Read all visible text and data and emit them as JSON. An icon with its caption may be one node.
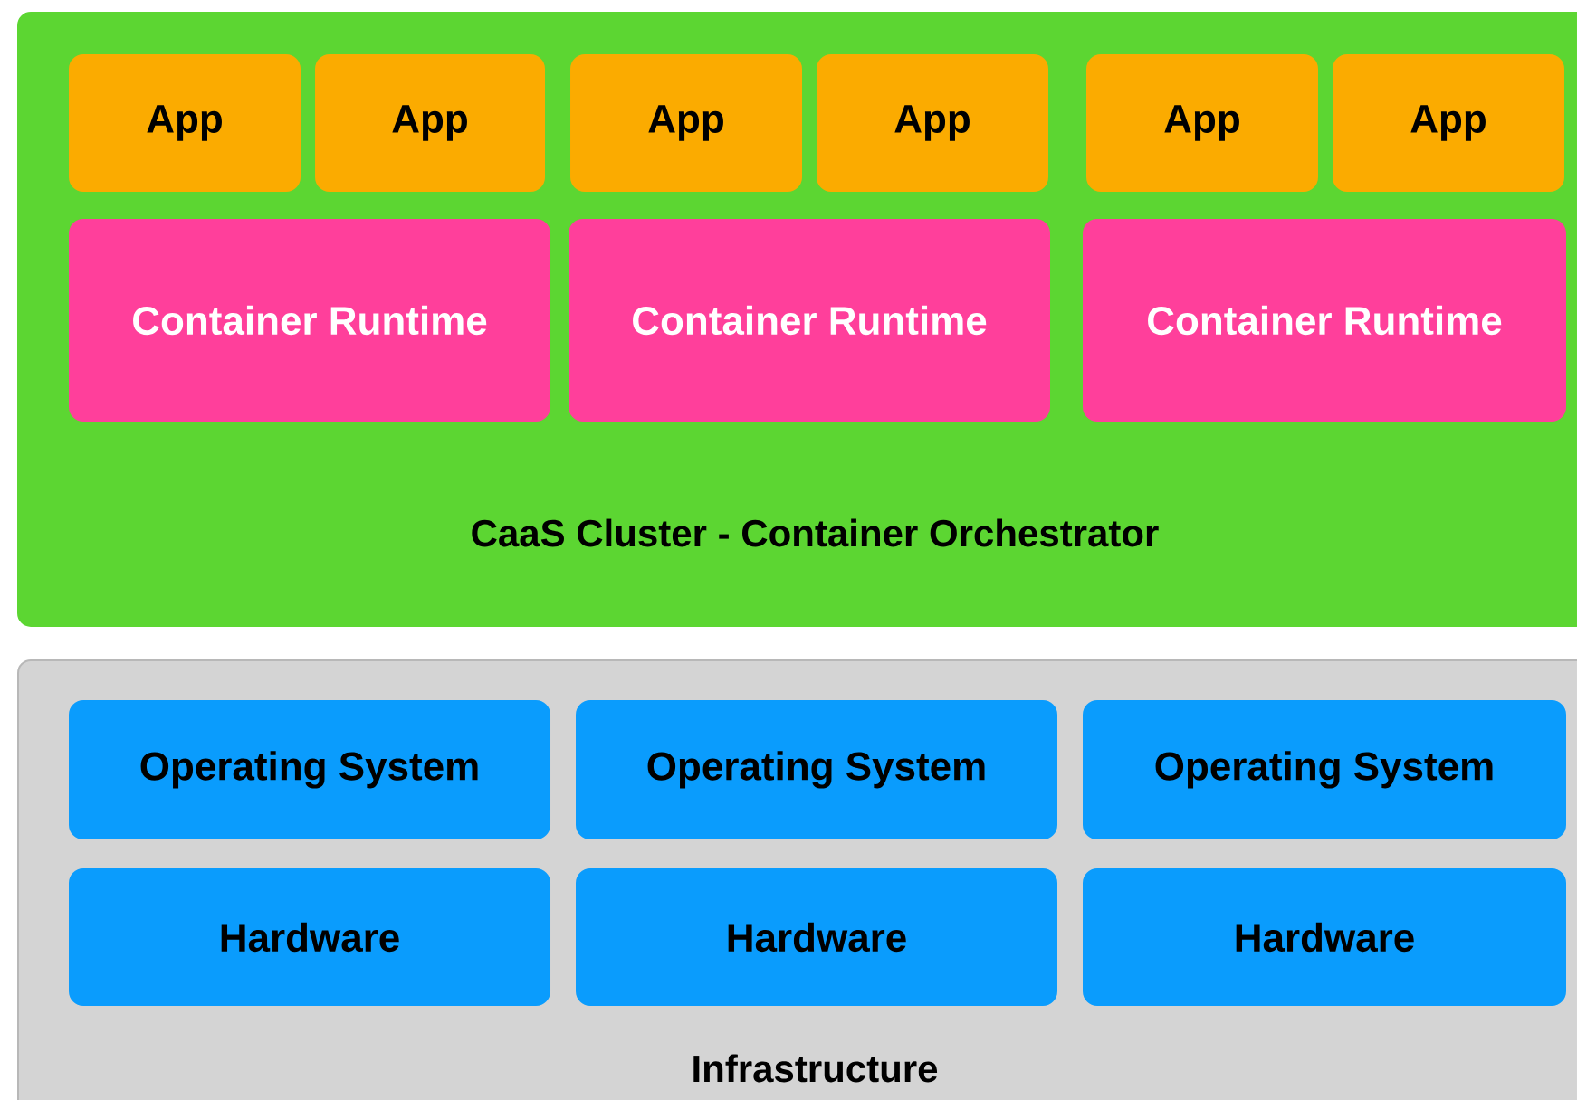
{
  "diagram": {
    "nodes": [
      {
        "text": [
          "CaaS Cluster - Container Orchestrator"
        ]
      },
      {
        "text": [
          "App"
        ],
        "in": 0
      },
      {
        "text": [
          "App"
        ],
        "in": 0
      },
      {
        "text": [
          "App"
        ],
        "in": 0
      },
      {
        "text": [
          "App"
        ],
        "in": 0
      },
      {
        "text": [
          "App"
        ],
        "in": 0
      },
      {
        "text": [
          "App"
        ],
        "in": 0
      },
      {
        "text": [
          "Container Runtime"
        ],
        "in": 0
      },
      {
        "text": [
          "Container Runtime"
        ],
        "in": 0
      },
      {
        "text": [
          "Container Runtime"
        ],
        "in": 0
      },
      {
        "text": [
          "Infrastructure"
        ]
      },
      {
        "text": [
          "Operating System"
        ],
        "in": 10
      },
      {
        "text": [
          "Operating System"
        ],
        "in": 10
      },
      {
        "text": [
          "Operating System"
        ],
        "in": 10
      },
      {
        "text": [
          "Hardware"
        ],
        "in": 10
      },
      {
        "text": [
          "Hardware"
        ],
        "in": 10
      },
      {
        "text": [
          "Hardware"
        ],
        "in": 10
      }
    ],
    "edges": []
  }
}
